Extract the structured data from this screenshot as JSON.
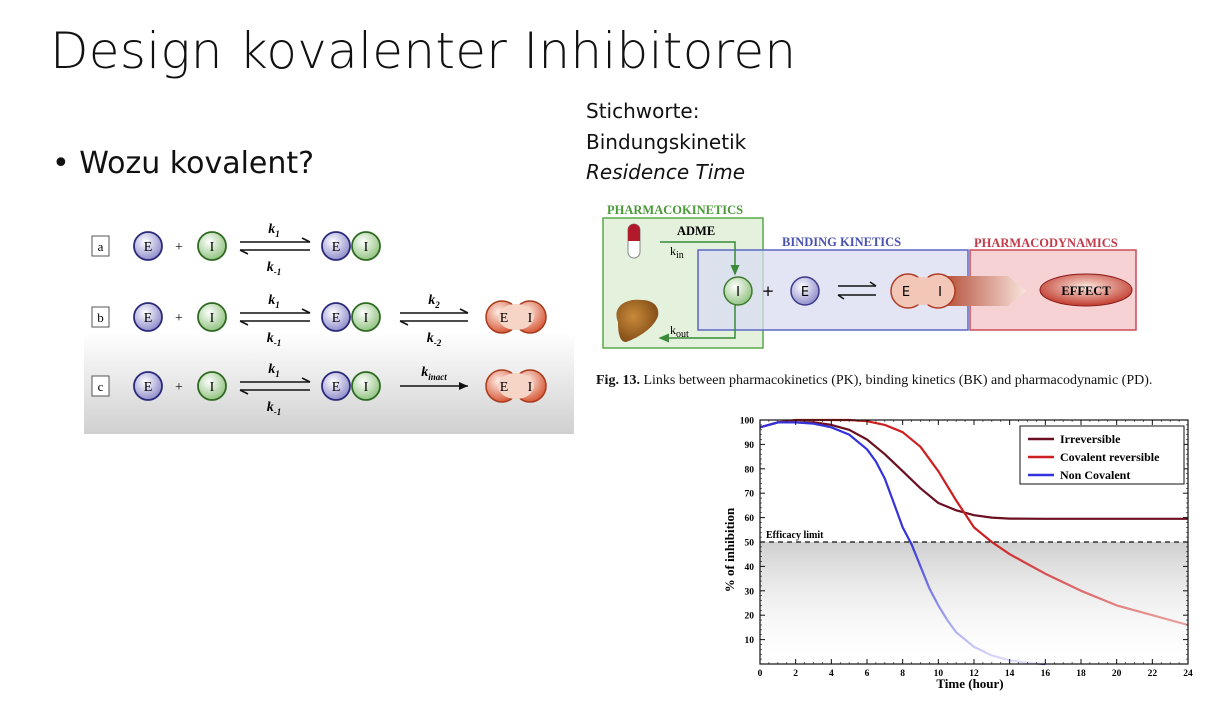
{
  "slide": {
    "title": "Design kovalenter Inhibitoren",
    "bullet": "Wozu kovalent?",
    "keywords": [
      "Stichworte:",
      "Bindungskinetik",
      "Residence Time"
    ]
  },
  "scheme": {
    "rows": [
      {
        "label": "a",
        "forward": "k1",
        "backward": "k-1"
      },
      {
        "label": "b",
        "forward": "k1",
        "backward": "k-1",
        "forward2": "k2",
        "backward2": "k-2"
      },
      {
        "label": "c",
        "forward": "k1",
        "backward": "k-1",
        "forward2": "kinact"
      }
    ],
    "enzyme": "E",
    "inhibitor": "I",
    "plus": "+"
  },
  "pkpd": {
    "pk_title": "PHARMACOKINETICS",
    "adme": "ADME",
    "k_in": "kin",
    "k_out": "kout",
    "bk_title": "BINDING KINETICS",
    "pd_title": "PHARMACODYNAMICS",
    "effect": "EFFECT",
    "caption_bold": "Fig. 13.",
    "caption_text": "Links between pharmacokinetics (PK), binding kinetics (BK) and pharmacodynamic (PD)."
  },
  "chart_data": {
    "type": "line",
    "xlabel": "Time (hour)",
    "ylabel": "% of inhibition",
    "xlim": [
      0,
      24
    ],
    "ylim": [
      0,
      100
    ],
    "x_ticks": [
      0,
      2,
      4,
      6,
      8,
      10,
      12,
      14,
      16,
      18,
      20,
      22,
      24
    ],
    "y_ticks": [
      10,
      20,
      30,
      40,
      50,
      60,
      70,
      80,
      90,
      100
    ],
    "annotation": "Efficacy limit",
    "efficacy_limit": 50,
    "legend_position": "top-right",
    "series": [
      {
        "name": "Irreversible",
        "color": "#6b0f22",
        "x": [
          0,
          1,
          2,
          3,
          4,
          5,
          6,
          7,
          8,
          9,
          10,
          11,
          12,
          13,
          14,
          16,
          18,
          20,
          22,
          24
        ],
        "y": [
          97,
          99,
          99,
          99,
          98,
          96,
          92,
          86,
          79,
          72,
          66,
          63,
          61,
          60,
          59.6,
          59.5,
          59.5,
          59.5,
          59.5,
          59.5
        ]
      },
      {
        "name": "Covalent reversible",
        "color": "#cc1f1f",
        "x": [
          0,
          1,
          2,
          3,
          4,
          5,
          6,
          7,
          8,
          9,
          10,
          11,
          12,
          13,
          14,
          15,
          16,
          18,
          20,
          22,
          24
        ],
        "y": [
          97,
          99,
          100,
          100,
          100,
          100,
          99.5,
          98,
          95,
          89,
          79,
          67,
          56,
          50,
          45,
          41,
          37,
          30,
          24,
          20,
          16
        ]
      },
      {
        "name": "Non Covalent",
        "color": "#3333dd",
        "x": [
          0,
          1,
          2,
          3,
          4,
          5,
          6,
          6.5,
          7,
          7.5,
          8,
          8.5,
          9,
          9.5,
          10,
          10.5,
          11,
          12,
          13,
          14,
          15,
          16
        ],
        "y": [
          97,
          99,
          99,
          98.5,
          97,
          94,
          88,
          83,
          76,
          66,
          56,
          49,
          40,
          31,
          24,
          18,
          13,
          7,
          3.5,
          1.5,
          0.5,
          0
        ]
      }
    ]
  }
}
